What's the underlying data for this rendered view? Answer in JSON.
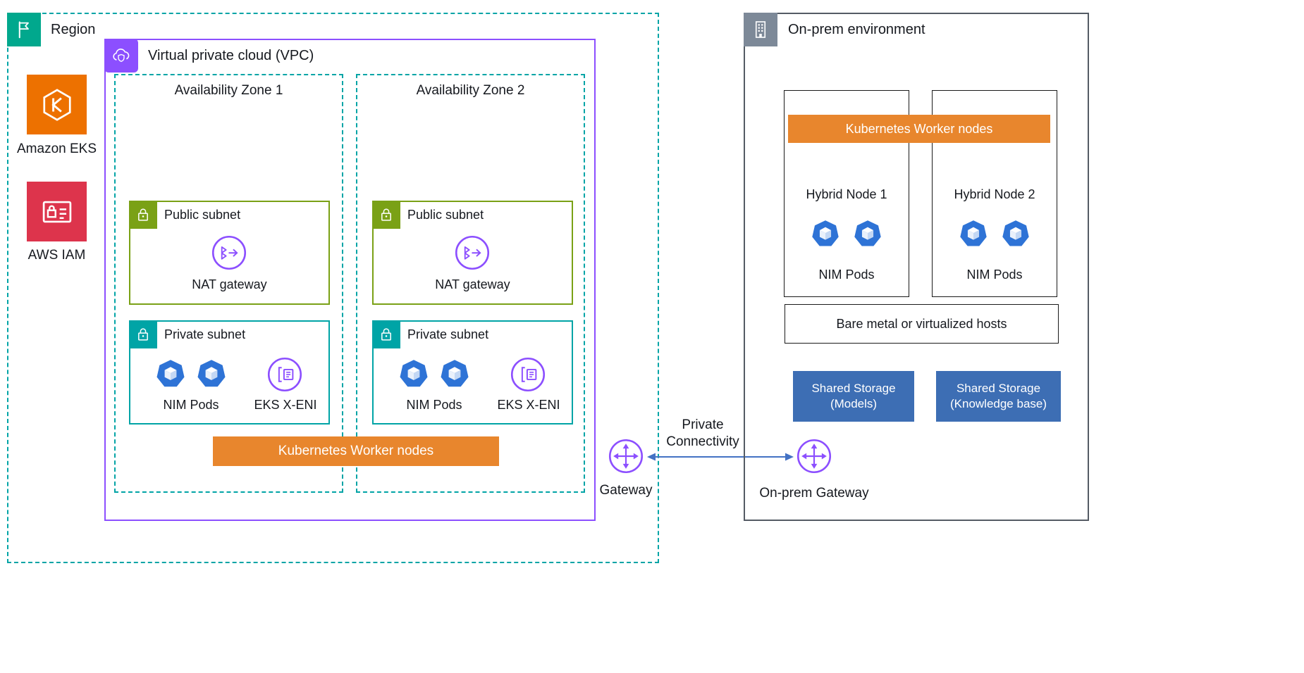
{
  "region": {
    "label": "Region",
    "services": [
      {
        "label": "Amazon EKS"
      },
      {
        "label": "AWS IAM"
      }
    ]
  },
  "vpc": {
    "label": "Virtual private cloud (VPC)",
    "worker_bar": "Kubernetes Worker nodes",
    "azs": [
      {
        "label": "Availability Zone 1",
        "public_subnet": {
          "label": "Public subnet",
          "nat": "NAT gateway"
        },
        "private_subnet": {
          "label": "Private subnet",
          "pods": "NIM Pods",
          "eni": "EKS X-ENI"
        }
      },
      {
        "label": "Availability Zone 2",
        "public_subnet": {
          "label": "Public subnet",
          "nat": "NAT gateway"
        },
        "private_subnet": {
          "label": "Private subnet",
          "pods": "NIM Pods",
          "eni": "EKS X-ENI"
        }
      }
    ]
  },
  "connection": {
    "gateway": "Gateway",
    "link": "Private Connectivity",
    "onprem_gateway": "On-prem Gateway"
  },
  "onprem": {
    "label": "On-prem environment",
    "worker_bar": "Kubernetes Worker nodes",
    "nodes": [
      {
        "label": "Hybrid Node 1",
        "pods": "NIM Pods"
      },
      {
        "label": "Hybrid Node 2",
        "pods": "NIM Pods"
      }
    ],
    "hosts": "Bare metal or virtualized hosts",
    "storage": [
      {
        "label": "Shared Storage (Models)"
      },
      {
        "label": "Shared Storage (Knowledge base)"
      }
    ]
  },
  "icons": {
    "region": "flag-icon",
    "eks": "eks-hexagon-icon",
    "iam": "iam-identity-card-icon",
    "vpc": "vpc-cloud-shield-icon",
    "public_subnet": "lock-icon",
    "private_subnet": "lock-icon",
    "nat": "nat-gateway-icon",
    "pod": "kubernetes-pod-icon",
    "eni": "network-interface-icon",
    "gateway": "gateway-cross-arrows-icon",
    "onprem": "building-icon"
  },
  "colors": {
    "region_border": "#00A4A6",
    "region_icon_bg": "#01A88D",
    "eks_bg": "#ED7100",
    "iam_bg": "#DD344C",
    "vpc_border": "#8C4FFF",
    "public_subnet_green": "#7AA116",
    "private_subnet_teal": "#00A4A6",
    "worker_bar_orange": "#E8862D",
    "pod_blue": "#2E73D6",
    "storage_blue": "#3D6EB4",
    "onprem_border": "#545B64",
    "onprem_icon_bg": "#7D8998",
    "arrow_blue": "#4472C4",
    "purple": "#8C4FFF"
  }
}
